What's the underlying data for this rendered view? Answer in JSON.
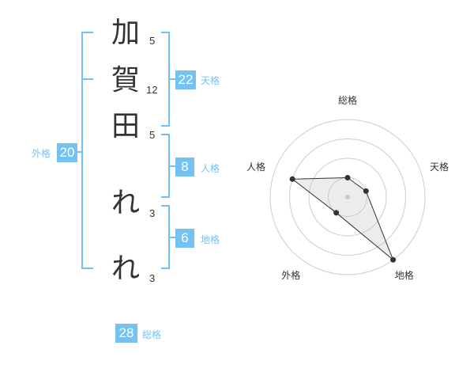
{
  "name": {
    "characters": [
      {
        "char": "加",
        "strokes": "5"
      },
      {
        "char": "賀",
        "strokes": "12"
      },
      {
        "char": "田",
        "strokes": "5"
      },
      {
        "char": "れ",
        "strokes": "3"
      },
      {
        "char": "れ",
        "strokes": "3"
      }
    ]
  },
  "fortune": {
    "tenkaku": {
      "value": "22",
      "label": "天格"
    },
    "jinkaku": {
      "value": "8",
      "label": "人格"
    },
    "chikaku": {
      "value": "6",
      "label": "地格"
    },
    "gaikaku": {
      "value": "20",
      "label": "外格"
    },
    "soukaku": {
      "value": "28",
      "label": "総格"
    }
  },
  "colors": {
    "accent": "#74c2f2",
    "text": "#333333",
    "grid": "#cccccc"
  },
  "chart_data": {
    "type": "radar",
    "axes": [
      "総格",
      "天格",
      "地格",
      "外格",
      "人格"
    ],
    "rings": 4,
    "values": [
      1,
      1,
      4,
      1,
      3
    ],
    "max": 4
  }
}
